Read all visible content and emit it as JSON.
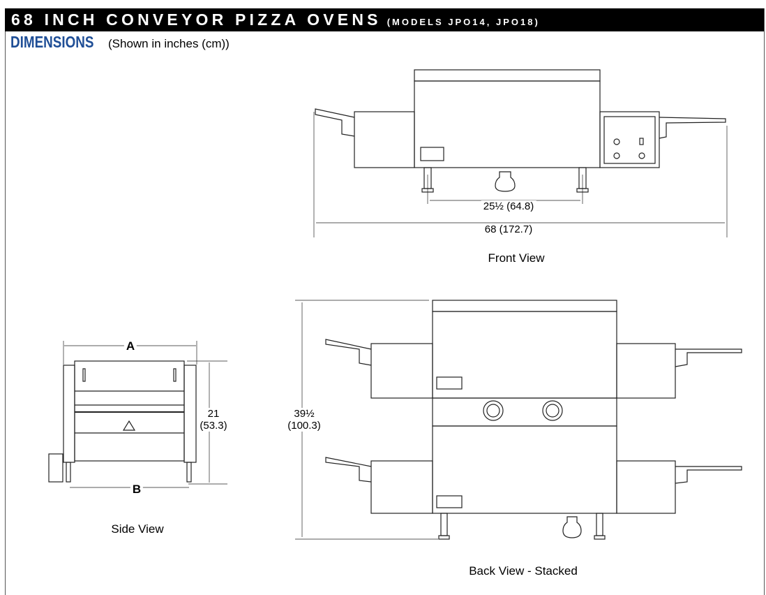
{
  "header": {
    "title": "68 INCH CONVEYOR PIZZA OVENS",
    "models": "(MODELS JPO14, JPO18)"
  },
  "section": {
    "title": "DIMENSIONS",
    "note": "(Shown in inches (cm))"
  },
  "front_view": {
    "caption": "Front View",
    "leg_spacing": "25½ (64.8)",
    "overall_width": "68 (172.7)"
  },
  "side_view": {
    "caption": "Side View",
    "dim_a": "A",
    "dim_b": "B",
    "height_in": "21",
    "height_cm": "(53.3)"
  },
  "back_view": {
    "caption": "Back View - Stacked",
    "height_in": "39½",
    "height_cm": "(100.3)"
  }
}
